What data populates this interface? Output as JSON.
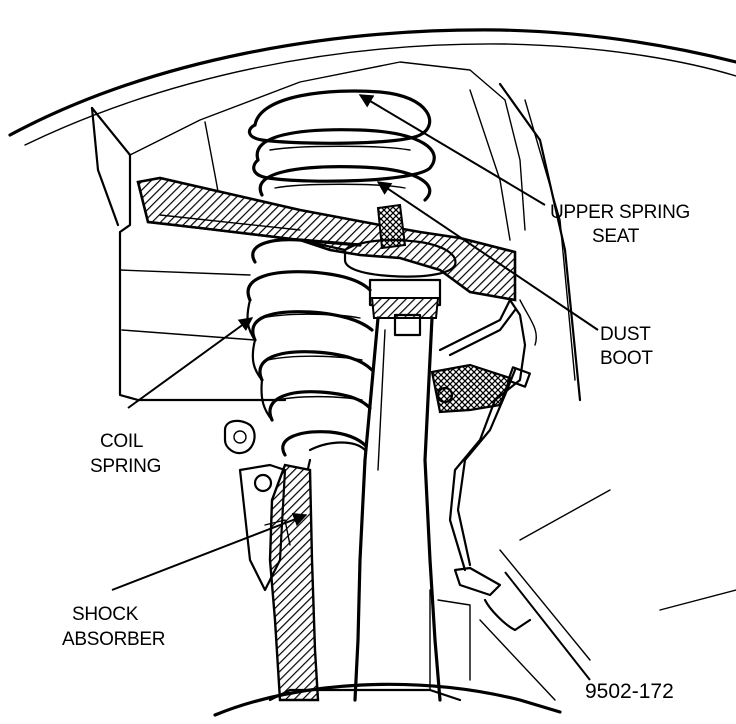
{
  "labels": {
    "upper_spring_seat_line1": "UPPER SPRING",
    "upper_spring_seat_line2": "SEAT",
    "dust_boot_line1": "DUST",
    "dust_boot_line2": "BOOT",
    "coil_spring_line1": "COIL",
    "coil_spring_line2": "SPRING",
    "shock_absorber_line1": "SHOCK",
    "shock_absorber_line2": "ABSORBER"
  },
  "figure_number": "9502-172"
}
